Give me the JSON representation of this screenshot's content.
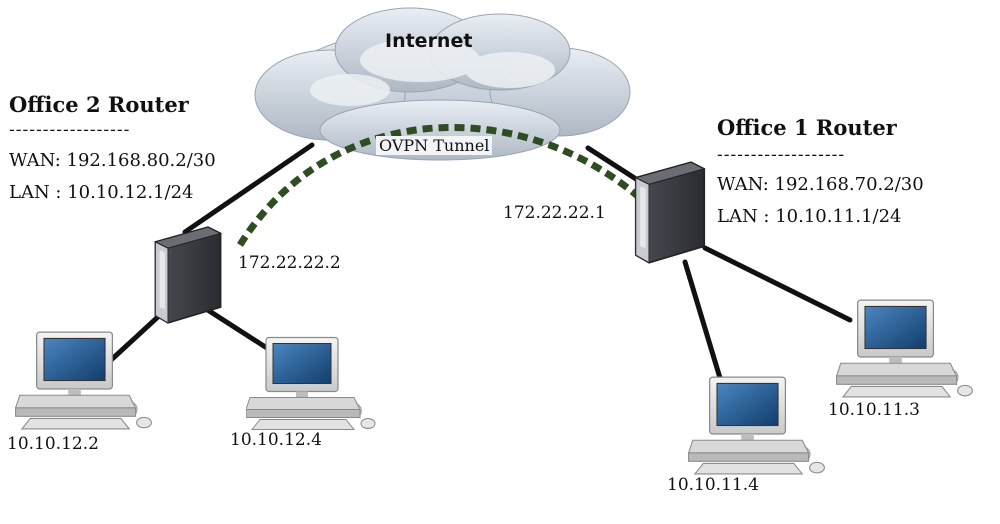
{
  "cloud": {
    "label": "Internet"
  },
  "tunnel": {
    "label": "OVPN Tunnel"
  },
  "office2": {
    "title": "Office 2 Router",
    "separator": "------------------",
    "wan": "WAN: 192.168.80.2/30",
    "lan": "LAN : 10.10.12.1/24",
    "tunnel_ip": "172.22.22.2",
    "hosts": [
      "10.10.12.2",
      "10.10.12.4"
    ]
  },
  "office1": {
    "title": "Office 1 Router",
    "separator": "-------------------",
    "wan": "WAN: 192.168.70.2/30",
    "lan": "LAN : 10.10.11.1/24",
    "tunnel_ip": "172.22.22.1",
    "hosts": [
      "10.10.11.3",
      "10.10.11.4"
    ]
  },
  "colors": {
    "tunnel": "#2e4d22",
    "router": "#3c3f44",
    "screen": "#1f5f9c",
    "cable": "#111111"
  }
}
